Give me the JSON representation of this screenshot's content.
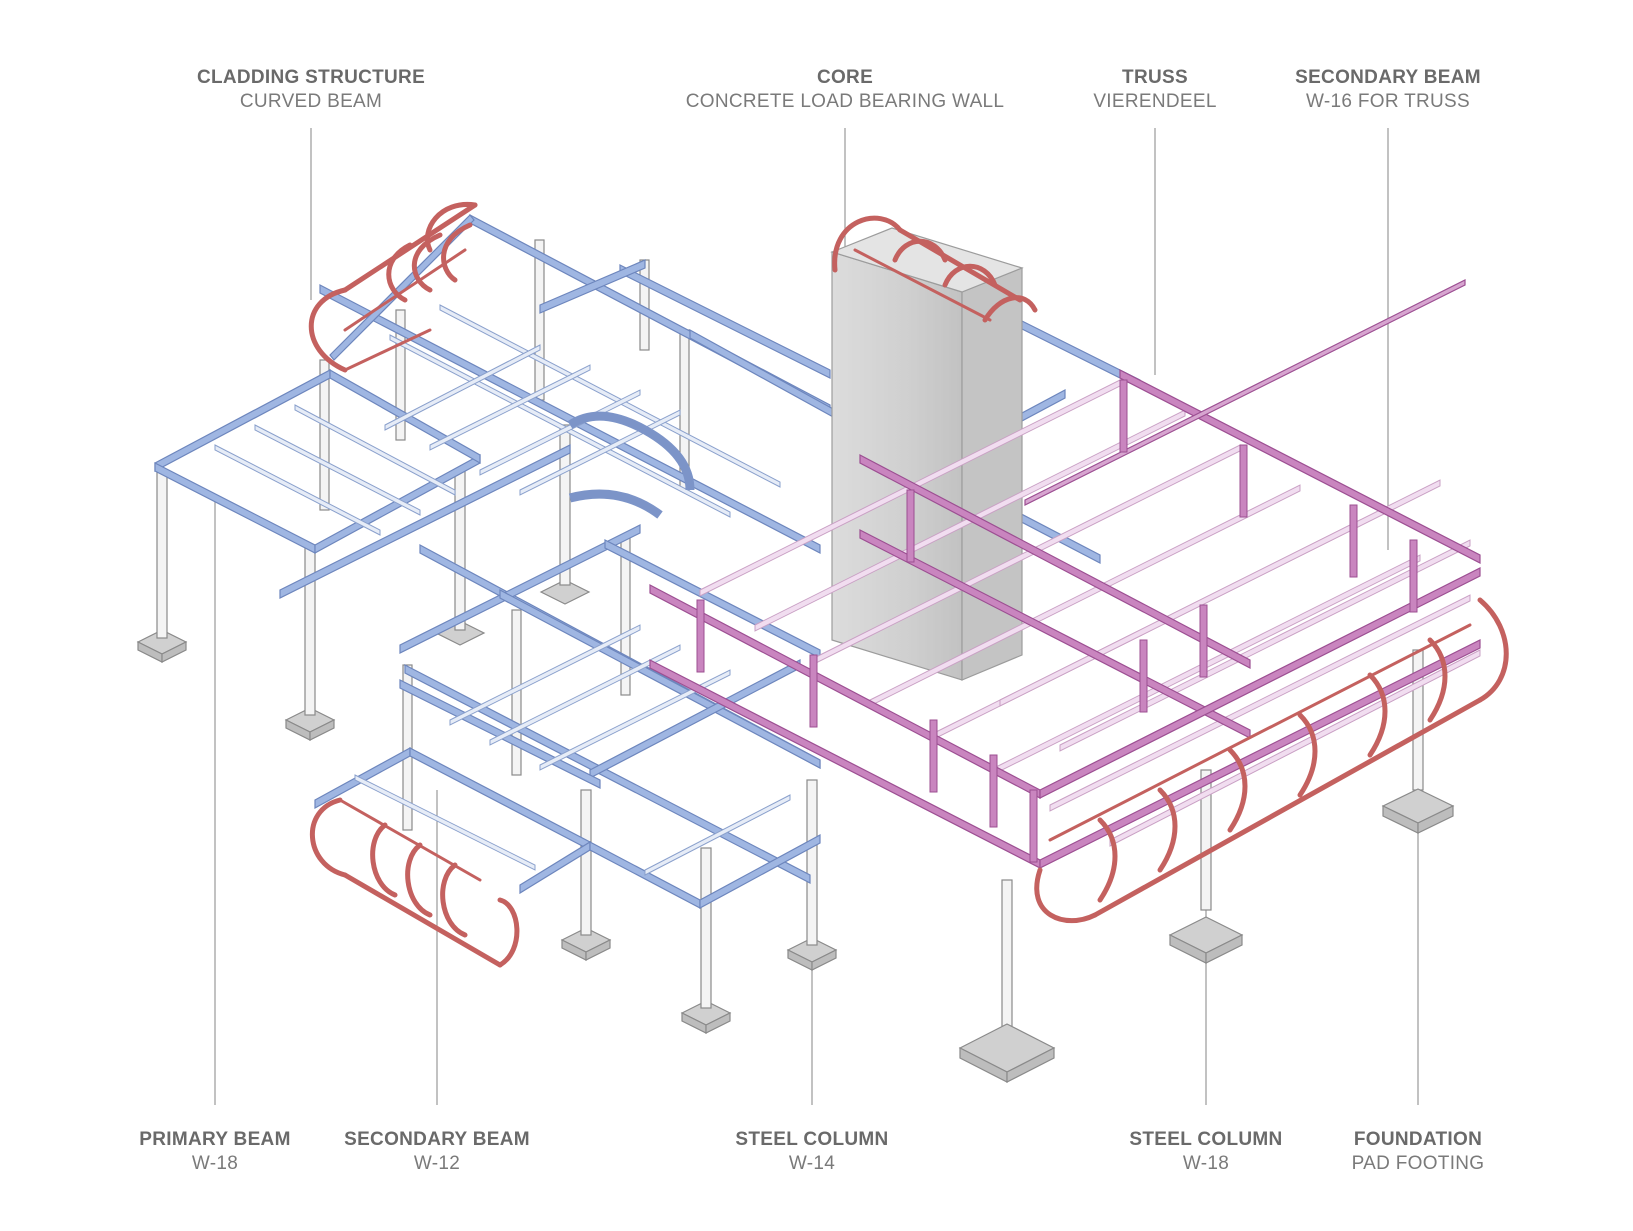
{
  "labels": {
    "cladding": {
      "title": "CLADDING STRUCTURE",
      "subtitle": "CURVED BEAM"
    },
    "core": {
      "title": "CORE",
      "subtitle": "CONCRETE LOAD BEARING WALL"
    },
    "truss": {
      "title": "TRUSS",
      "subtitle": "VIERENDEEL"
    },
    "secondary_beam_top": {
      "title": "SECONDARY BEAM",
      "subtitle": "W-16 FOR TRUSS"
    },
    "primary_beam": {
      "title": "PRIMARY BEAM",
      "subtitle": "W-18"
    },
    "secondary_beam_bottom": {
      "title": "SECONDARY BEAM",
      "subtitle": "W-12"
    },
    "steel_column_w14": {
      "title": "STEEL COLUMN",
      "subtitle": "W-14"
    },
    "steel_column_w18": {
      "title": "STEEL COLUMN",
      "subtitle": "W-18"
    },
    "foundation": {
      "title": "FOUNDATION",
      "subtitle": "PAD FOOTING"
    }
  },
  "colors": {
    "primary_beam": "#8fa8d8",
    "primary_beam_dark": "#6d86bd",
    "cladding": "#d98080",
    "cladding_dark": "#b85a5a",
    "truss": "#c47ab8",
    "truss_light": "#e8c8e6",
    "column": "#f2f2f2",
    "column_edge": "#8a8a8a",
    "concrete": "#d6d6d6",
    "footing": "#d0d0d0",
    "leader": "#9a9a9a",
    "text": "#6b6b6b"
  }
}
